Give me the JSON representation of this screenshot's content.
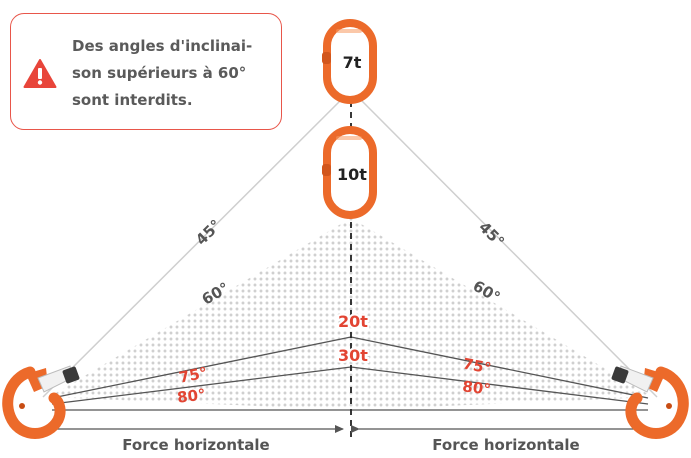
{
  "warning": {
    "line1": "Des angles d'inclinai-",
    "line2": "son supérieurs à 60°",
    "line3": "sont interdits."
  },
  "icons": {
    "warning": "warning-triangle-icon",
    "master_link": "master-link-icon",
    "hook": "safety-hook-icon",
    "arrow": "arrow-icon"
  },
  "rings": {
    "top": "7t",
    "middle": "10t"
  },
  "angles": {
    "left": [
      "45°",
      "60°",
      "75°",
      "80°"
    ],
    "right": [
      "45°",
      "60°",
      "75°",
      "80°"
    ]
  },
  "loads": {
    "upper": "20t",
    "lower": "30t"
  },
  "force": {
    "left": "Force horizontale",
    "right": "Force horizontale"
  },
  "colors": {
    "accent_orange": "#ec6a2a",
    "warning_red": "#e8453a",
    "text_gray": "#555555",
    "angle_red": "#e24533"
  }
}
